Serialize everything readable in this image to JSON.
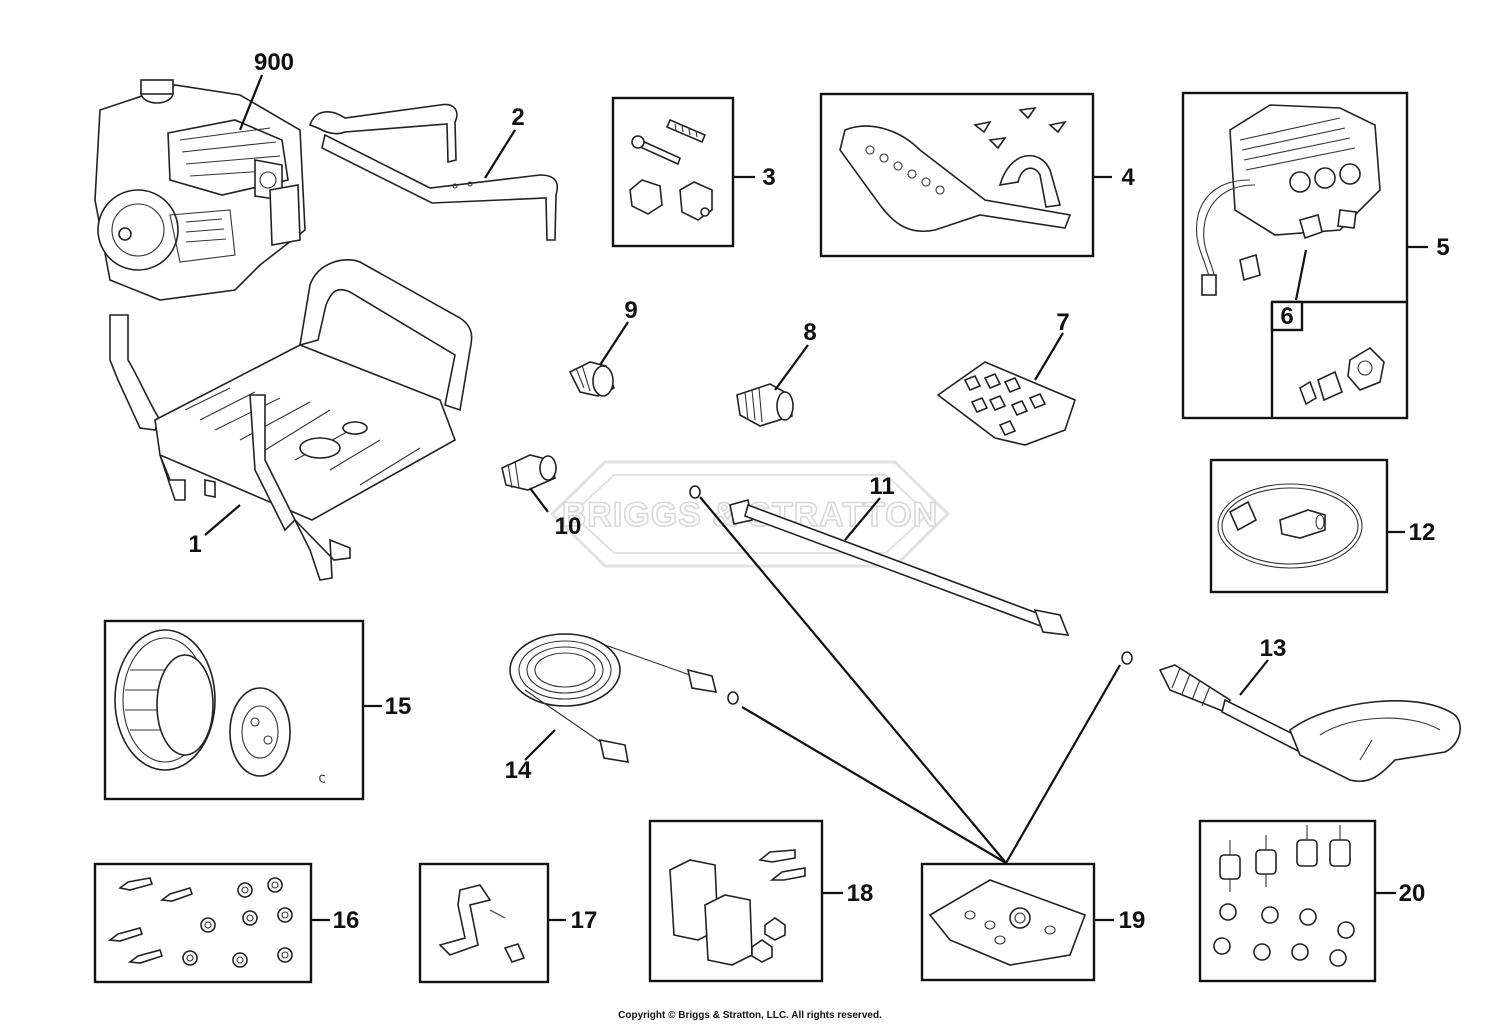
{
  "watermark": "BRIGGS & STRATTON",
  "copyright": "Copyright © Briggs & Stratton, LLC. All rights reserved.",
  "callouts": {
    "p900": "900",
    "p1": "1",
    "p2": "2",
    "p3": "3",
    "p4": "4",
    "p5": "5",
    "p6": "6",
    "p7": "7",
    "p8": "8",
    "p9": "9",
    "p10": "10",
    "p11": "11",
    "p12": "12",
    "p13": "13",
    "p14": "14",
    "p15": "15",
    "p16": "16",
    "p17": "17",
    "p18": "18",
    "p19": "19",
    "p20": "20"
  }
}
